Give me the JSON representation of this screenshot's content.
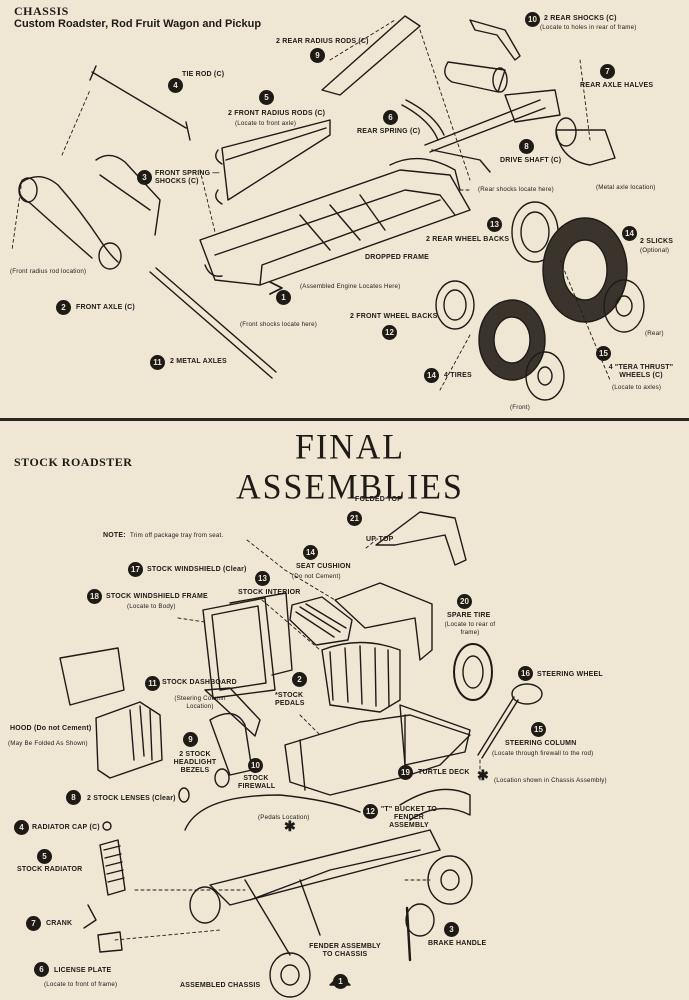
{
  "chassis": {
    "title": "CHASSIS",
    "subtitle": "Custom Roadster, Rod Fruit Wagon and Pickup",
    "callouts": [
      {
        "num": "1",
        "label": "(Assembled Engine Locates Here)"
      },
      {
        "num": "2",
        "label": "FRONT AXLE (C)"
      },
      {
        "num": "3",
        "label": "FRONT SPRING —SHOCKS (C)"
      },
      {
        "num": "4",
        "label": "TIE ROD (C)"
      },
      {
        "num": "5",
        "label": "2 FRONT RADIUS RODS (C)",
        "note": "(Locate to front axle)"
      },
      {
        "num": "6",
        "label": "REAR SPRING (C)"
      },
      {
        "num": "7",
        "label": "REAR AXLE HALVES"
      },
      {
        "num": "8",
        "label": "DRIVE SHAFT (C)"
      },
      {
        "num": "9",
        "label": "2 REAR RADIUS RODS (C)"
      },
      {
        "num": "10",
        "label": "2 REAR SHOCKS (C)",
        "note": "(Locate to holes in rear of frame)"
      },
      {
        "num": "11",
        "label": "2 METAL AXLES"
      },
      {
        "num": "12",
        "label": "2 FRONT WHEEL BACKS"
      },
      {
        "num": "13",
        "label": "2 REAR WHEEL BACKS"
      },
      {
        "num": "14",
        "label": "4 TIRES"
      },
      {
        "num": "14",
        "label": "2 SLICKS",
        "note": "(Optional)"
      },
      {
        "num": "15",
        "label": "4 \"TERA THRUST\" WHEELS (C)",
        "note": "(Locate to axles)"
      }
    ],
    "notes": {
      "front_radius": "(Front radius rod location)",
      "front_shocks": "(Front shocks locate here)",
      "rear_shocks": "(Rear shocks locate here)",
      "metal_axle": "(Metal axle location)",
      "dropped_frame": "DROPPED FRAME",
      "rear": "(Rear)",
      "front": "(Front)"
    }
  },
  "final": {
    "title": "FINAL ASSEMBLIES",
    "section": "STOCK ROADSTER",
    "note_label": "NOTE:",
    "note_text": "Trim off package tray from seat.",
    "callouts": [
      {
        "num": "21",
        "label": "FOLDED TOP"
      },
      {
        "num": "",
        "label": "UP-TOP"
      },
      {
        "num": "14",
        "label": "SEAT CUSHION",
        "note": "(Do not Cement)"
      },
      {
        "num": "17",
        "label": "STOCK WINDSHIELD (Clear)"
      },
      {
        "num": "13",
        "label": "STOCK INTERIOR"
      },
      {
        "num": "18",
        "label": "STOCK WINDSHIELD FRAME",
        "note": "(Locate to Body)"
      },
      {
        "num": "20",
        "label": "SPARE TIRE",
        "note": "(Locate to rear of frame)"
      },
      {
        "num": "16",
        "label": "STEERING WHEEL"
      },
      {
        "num": "11",
        "label": "STOCK DASHBOARD",
        "note": "(Steering Column Location)"
      },
      {
        "num": "2",
        "label": "*STOCK PEDALS"
      },
      {
        "num": "",
        "label": "HOOD (Do not Cement)",
        "note": "(May Be Folded As Shown)"
      },
      {
        "num": "15",
        "label": "STEERING COLUMN",
        "note": "(Locate through firewall to the rod)"
      },
      {
        "num": "9",
        "label": "2 STOCK HEADLIGHT BEZELS"
      },
      {
        "num": "10",
        "label": "STOCK FIREWALL"
      },
      {
        "num": "19",
        "label": "TURTLE DECK"
      },
      {
        "num": "",
        "label": "(Location shown in Chassis Assembly)"
      },
      {
        "num": "8",
        "label": "2 STOCK LENSES (Clear)"
      },
      {
        "num": "12",
        "label": "\"T\" BUCKET TO FENDER ASSEMBLY"
      },
      {
        "num": "",
        "label": "(Pedals Location)"
      },
      {
        "num": "4",
        "label": "RADIATOR CAP (C)"
      },
      {
        "num": "5",
        "label": "STOCK RADIATOR"
      },
      {
        "num": "7",
        "label": "CRANK"
      },
      {
        "num": "3",
        "label": "BRAKE HANDLE"
      },
      {
        "num": "",
        "label": "FENDER ASSEMBLY TO CHASSIS"
      },
      {
        "num": "6",
        "label": "LICENSE PLATE",
        "note": "(Locate to front of frame)"
      },
      {
        "num": "",
        "label": "ASSEMBLED CHASSIS"
      },
      {
        "num": "1",
        "label": ""
      }
    ]
  },
  "colors": {
    "paper": "#efe6d4",
    "ink": "#1e1b17"
  }
}
